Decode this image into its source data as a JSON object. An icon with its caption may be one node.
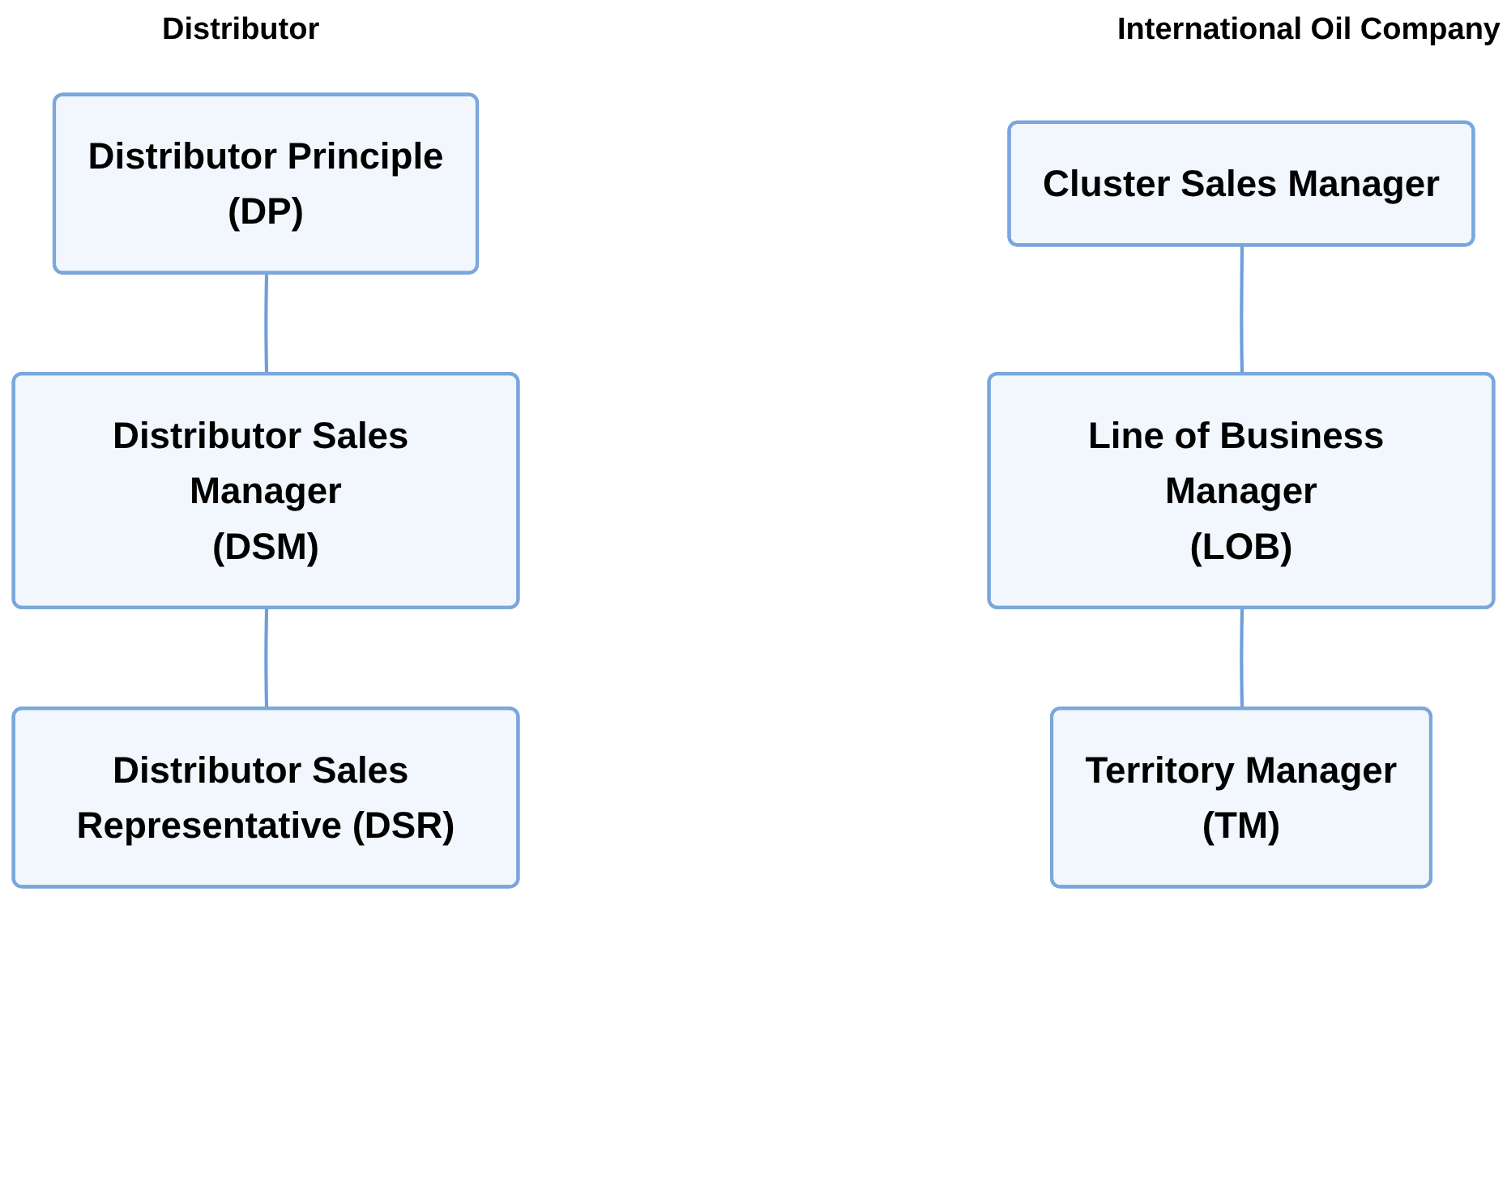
{
  "diagram": {
    "nodes": [
      {
        "text": [
          "Distributor Principle",
          "(DP)"
        ]
      },
      {
        "text": [
          "Distributor Sales Manager",
          "(DSM)"
        ]
      },
      {
        "text": [
          "Distributor Sales Representative (DSR)"
        ]
      },
      {
        "text": [
          "Cluster Sales Manager"
        ]
      },
      {
        "text": [
          "Line of Business Manager",
          "(LOB)"
        ]
      },
      {
        "text": [
          "Territory Manager",
          "(TM)"
        ]
      }
    ],
    "edges": [
      {
        "from": 0,
        "to": 1,
        "arrow": "none"
      },
      {
        "from": 1,
        "to": 2,
        "arrow": "none"
      },
      {
        "from": 3,
        "to": 4,
        "arrow": "none"
      },
      {
        "from": 4,
        "to": 5,
        "arrow": "none"
      }
    ],
    "labels": [
      "Distributor",
      "International Oil Company"
    ]
  }
}
